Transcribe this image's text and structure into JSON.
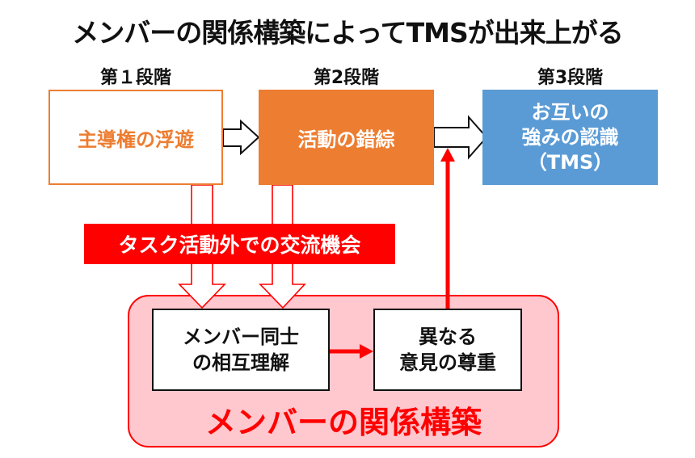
{
  "title": "メンバーの関係構築によってTMSが出来上がる",
  "stages": [
    {
      "label": "第１段階",
      "box_text": "主導権の浮遊"
    },
    {
      "label": "第2段階",
      "box_text": "活動の錯綜"
    },
    {
      "label": "第3段階",
      "box_lines": [
        "お互いの",
        "強みの認識",
        "（TMS）"
      ]
    }
  ],
  "band_label": "タスク活動外での交流機会",
  "relationship": {
    "label": "メンバーの関係構築",
    "step1_lines": [
      "メンバー同士",
      "の相互理解"
    ],
    "step2_lines": [
      "異なる",
      "意見の尊重"
    ]
  },
  "colors": {
    "orange": "#ed7d31",
    "blue": "#5b9bd5",
    "red": "#ff0000",
    "pink": "#ffc7ce"
  }
}
